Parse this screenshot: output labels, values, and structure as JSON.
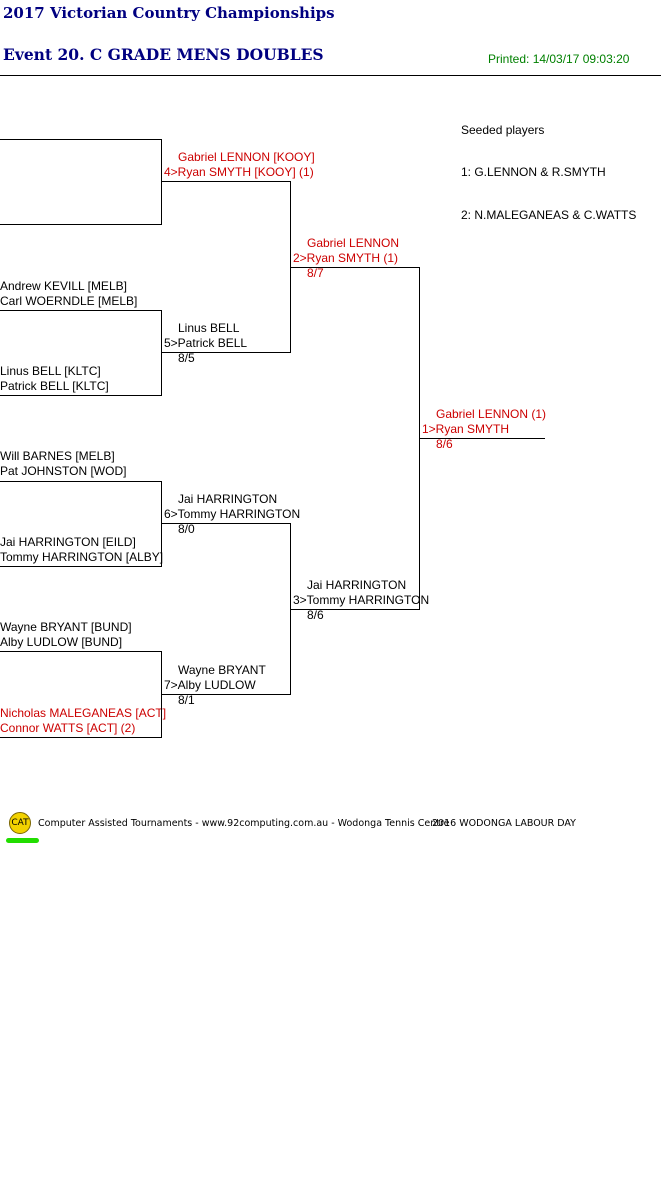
{
  "header": {
    "title": "2017 Victorian Country Championships",
    "event": "Event 20. C GRADE MENS DOUBLES",
    "printed": "Printed: 14/03/17 09:03:20"
  },
  "seeds": {
    "heading": "Seeded players",
    "list": [
      "1: G.LENNON & R.SMYTH",
      "2: N.MALEGANEAS & C.WATTS"
    ]
  },
  "round1": [
    {
      "p1": "",
      "p2": ""
    },
    {
      "p1": "Andrew KEVILL [MELB]",
      "p2": "Carl WOERNDLE [MELB]"
    },
    {
      "p1": "Linus BELL [KLTC]",
      "p2": "Patrick BELL [KLTC]"
    },
    {
      "p1": "Will BARNES [MELB]",
      "p2": "Pat JOHNSTON [WOD]"
    },
    {
      "p1": "Jai HARRINGTON [EILD]",
      "p2": "Tommy HARRINGTON [ALBY]"
    },
    {
      "p1": "Wayne BRYANT [BUND]",
      "p2": "Alby LUDLOW [BUND]"
    },
    {
      "p1": "Nicholas MALEGANEAS [ACT]",
      "p2": "Connor WATTS [ACT] (2)"
    }
  ],
  "round2": [
    {
      "p1": "Gabriel LENNON [KOOY]",
      "p2": "4>Ryan SMYTH [KOOY] (1)",
      "score": ""
    },
    {
      "p1": "Linus BELL",
      "p2": "5>Patrick BELL",
      "score": "8/5"
    },
    {
      "p1": "Jai HARRINGTON",
      "p2": "6>Tommy HARRINGTON",
      "score": "8/0"
    },
    {
      "p1": "Wayne BRYANT",
      "p2": "7>Alby LUDLOW",
      "score": "8/1"
    }
  ],
  "round3": [
    {
      "p1": "Gabriel LENNON",
      "p2": "2>Ryan SMYTH (1)",
      "score": "8/7"
    },
    {
      "p1": "Jai HARRINGTON",
      "p2": "3>Tommy HARRINGTON",
      "score": "8/6"
    }
  ],
  "final": {
    "p1": "Gabriel LENNON (1)",
    "p2": "1>Ryan SMYTH",
    "score": "8/6"
  },
  "footer": {
    "logo": "CAT",
    "credit": "Computer Assisted Tournaments - www.92computing.com.au -  Wodonga Tennis Centre",
    "tournament": "2016 WODONGA LABOUR DAY"
  },
  "colors": {
    "title": "#000080",
    "printed": "#008000",
    "seed_red": "#cc0000"
  }
}
